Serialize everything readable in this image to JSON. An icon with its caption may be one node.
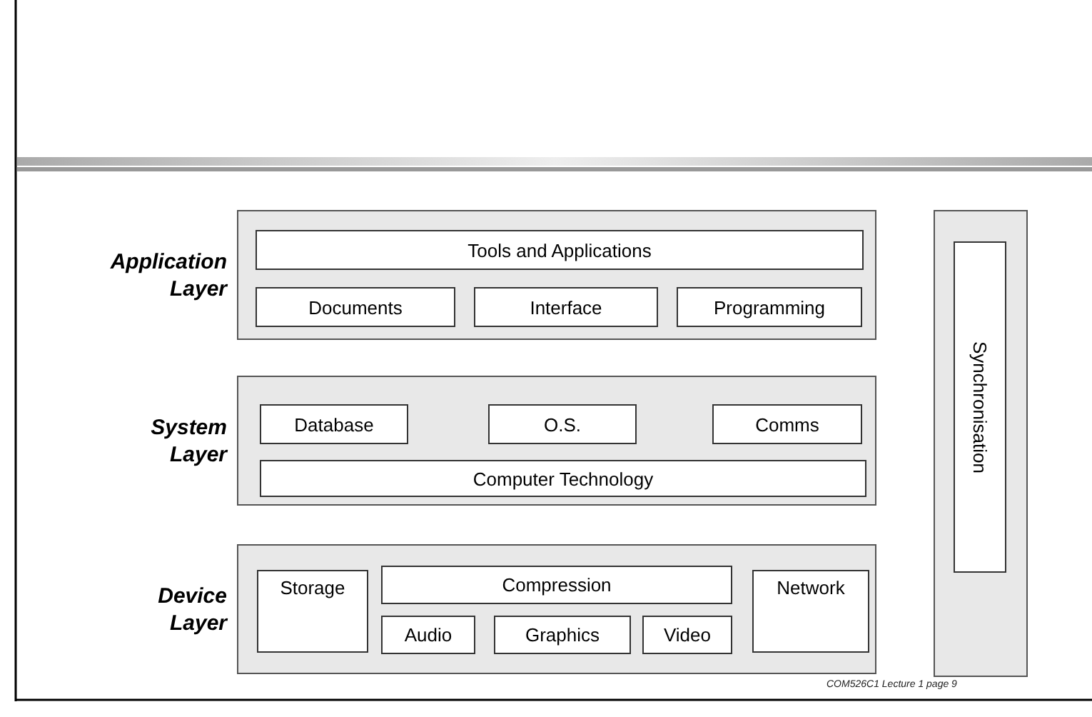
{
  "diagram": {
    "nodes": [
      {
        "text": [
          "Application Layer"
        ]
      },
      {
        "text": [
          "Tools and Applications"
        ],
        "in": 0
      },
      {
        "text": [
          "Documents"
        ],
        "in": 0
      },
      {
        "text": [
          "Interface"
        ],
        "in": 0
      },
      {
        "text": [
          "Programming"
        ],
        "in": 0
      },
      {
        "text": [
          "System Layer"
        ]
      },
      {
        "text": [
          "Database"
        ],
        "in": 5
      },
      {
        "text": [
          "O.S."
        ],
        "in": 5
      },
      {
        "text": [
          "Comms"
        ],
        "in": 5
      },
      {
        "text": [
          "Computer Technology"
        ],
        "in": 5
      },
      {
        "text": [
          "Device Layer"
        ]
      },
      {
        "text": [
          "Storage"
        ],
        "in": 10
      },
      {
        "text": [
          "Compression"
        ],
        "in": 10
      },
      {
        "text": [
          "Audio"
        ],
        "in": 10
      },
      {
        "text": [
          "Graphics"
        ],
        "in": 10
      },
      {
        "text": [
          "Video"
        ],
        "in": 10
      },
      {
        "text": [
          "Network"
        ],
        "in": 10
      },
      {
        "text": [],
        "shape": "box"
      },
      {
        "text": [
          "Synchronisation"
        ],
        "in": 17
      }
    ],
    "edges": [],
    "labels": [
      "COM526C1 Lecture 1 page 9"
    ]
  }
}
